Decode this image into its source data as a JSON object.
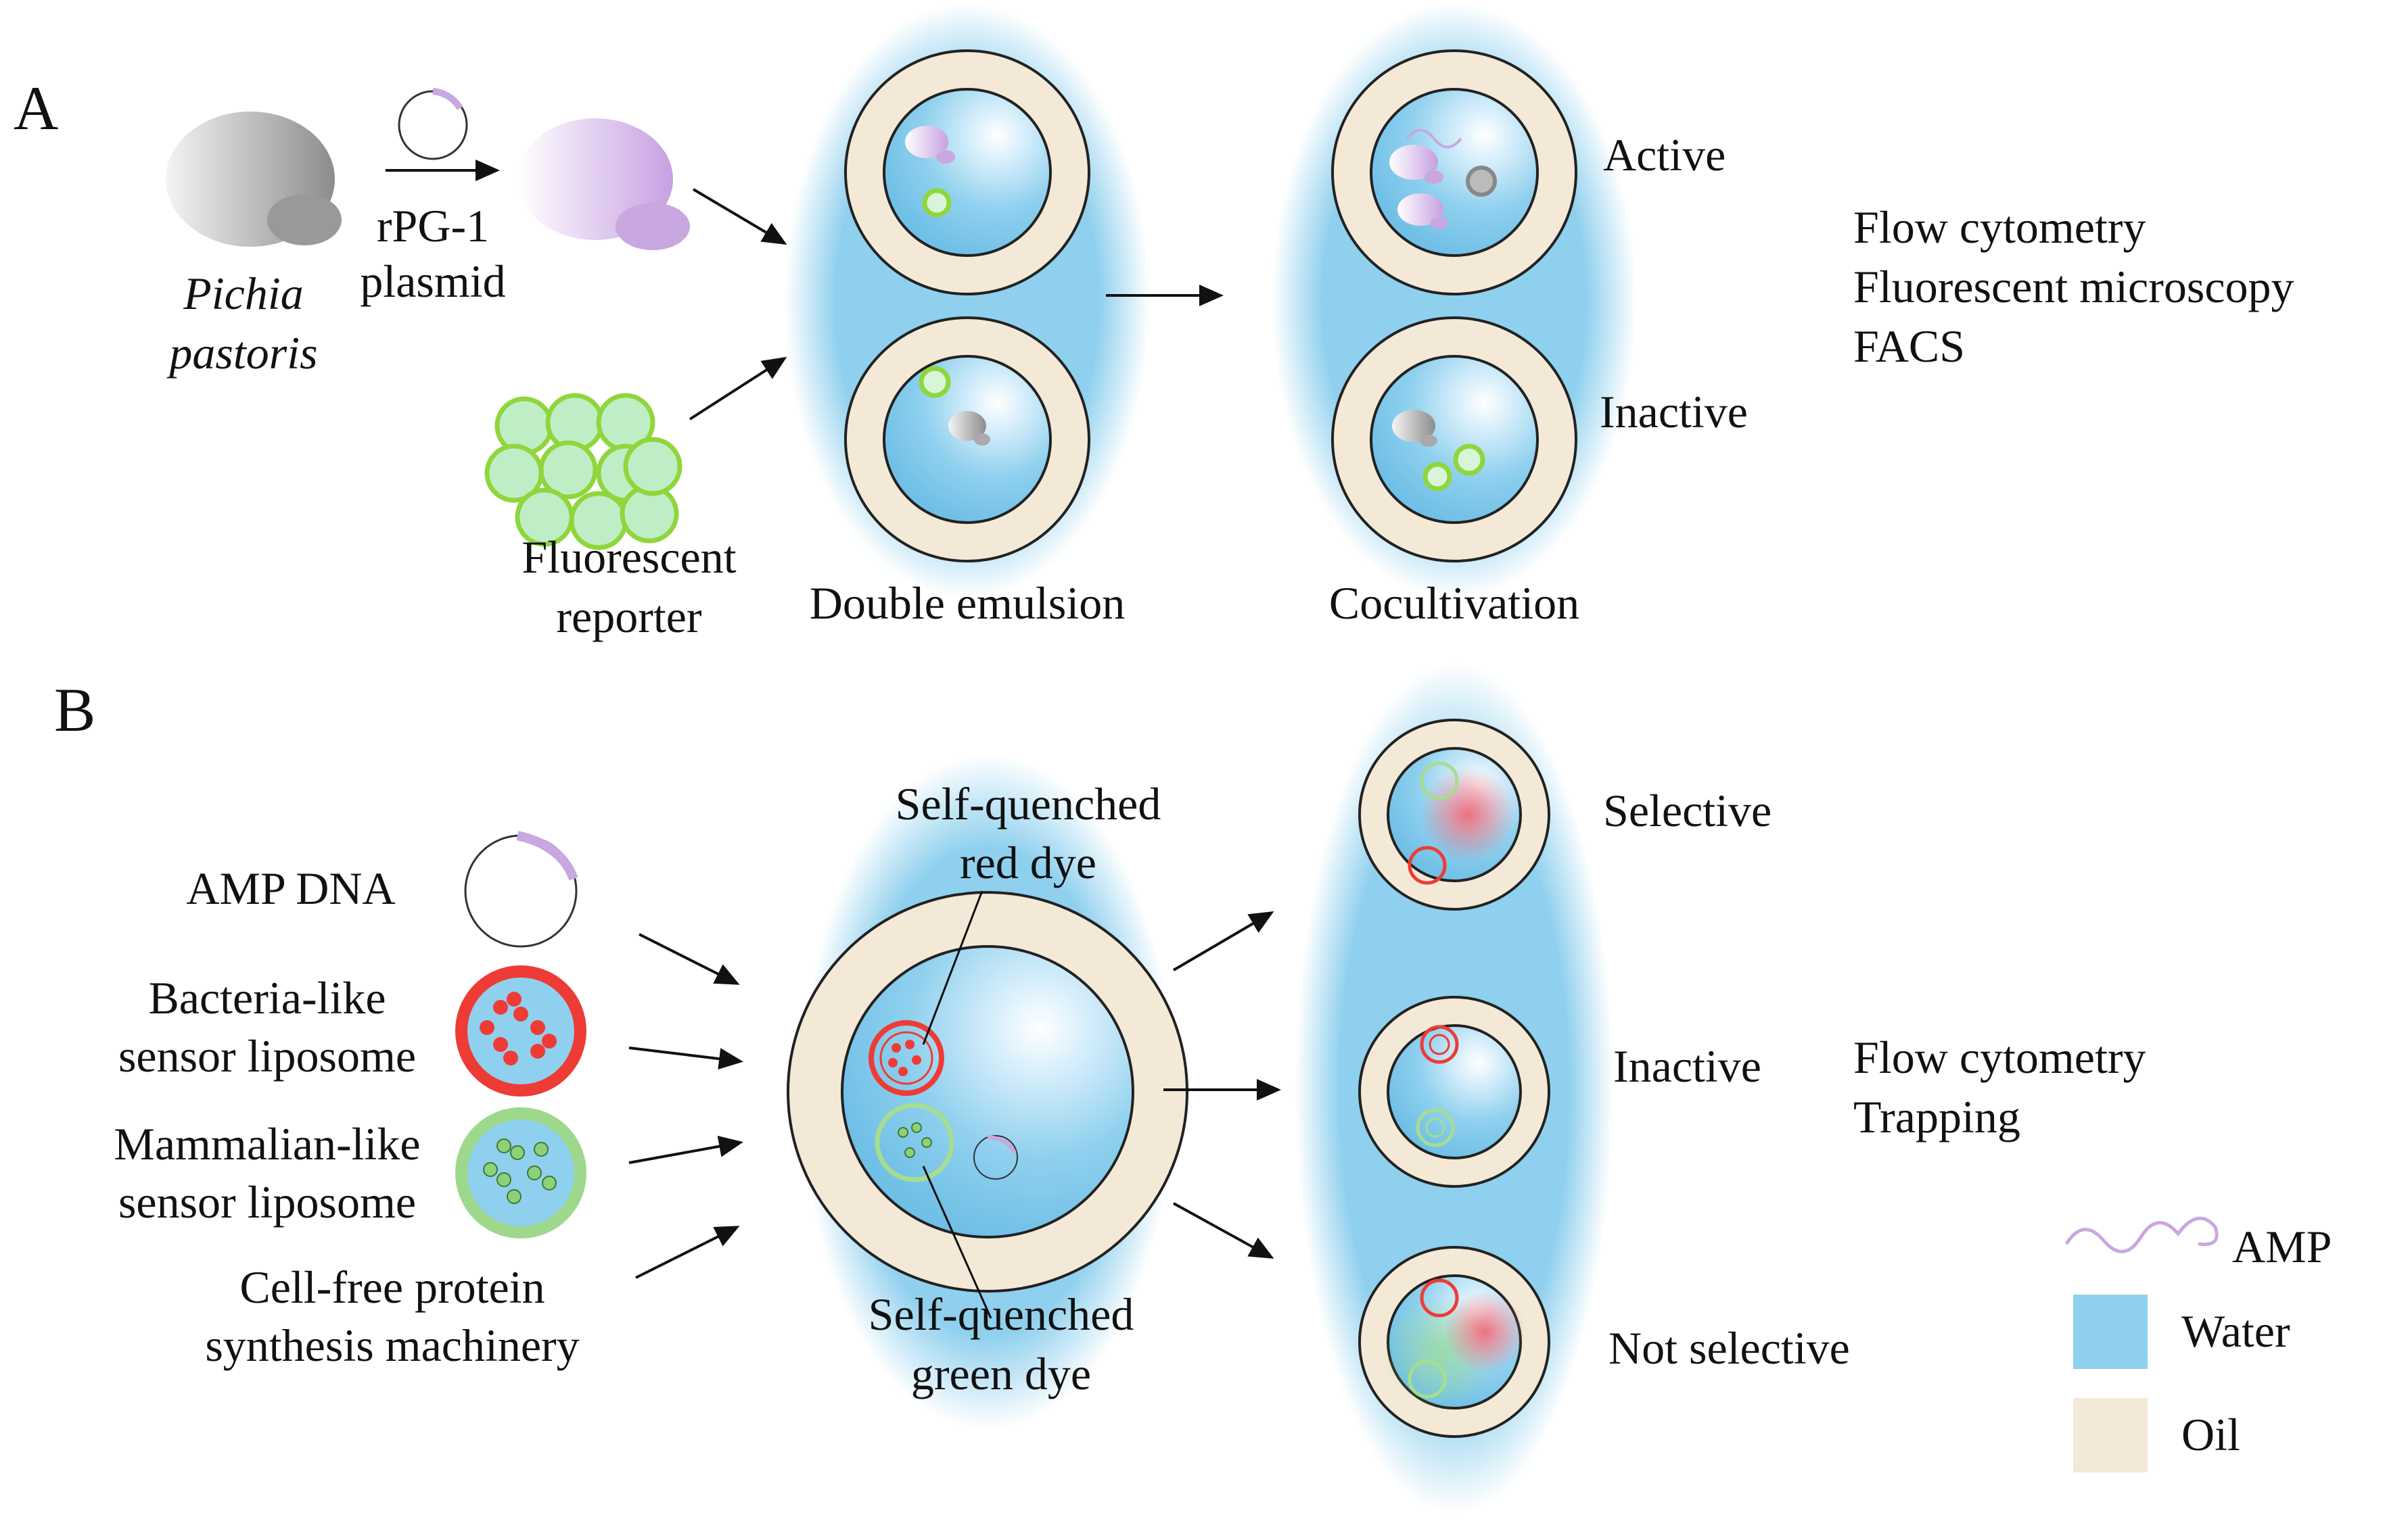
{
  "panel_a": {
    "letter": "A",
    "species": [
      "Pichia",
      "pastoris"
    ],
    "plasmid": [
      "rPG-1",
      "plasmid"
    ],
    "reporter": [
      "Fluorescent",
      "reporter"
    ],
    "double_emulsion": "Double emulsion",
    "cocultivation": "Cocultivation",
    "active": "Active",
    "inactive": "Inactive",
    "methods": [
      "Flow cytometry",
      "Fluorescent microscopy",
      "FACS"
    ]
  },
  "panel_b": {
    "letter": "B",
    "inputs": {
      "amp_dna": "AMP DNA",
      "bacteria": [
        "Bacteria-like",
        "sensor liposome"
      ],
      "mammalian": [
        "Mammalian-like",
        "sensor liposome"
      ],
      "cell_free": [
        "Cell-free protein",
        "synthesis machinery"
      ]
    },
    "red_dye": [
      "Self-quenched",
      "red dye"
    ],
    "green_dye": [
      "Self-quenched",
      "green dye"
    ],
    "outcomes": [
      "Selective",
      "Inactive",
      "Not selective"
    ],
    "methods": [
      "Flow cytometry",
      "Trapping"
    ]
  },
  "legend": {
    "amp": "AMP",
    "water": "Water",
    "oil": "Oil"
  },
  "colors": {
    "water": "#8fd0ee",
    "oil": "#f3e9d6",
    "green": "#8fd63c",
    "red": "#ee3b36",
    "purple": "#c9a7e0",
    "gray": "#9a9a9a"
  }
}
